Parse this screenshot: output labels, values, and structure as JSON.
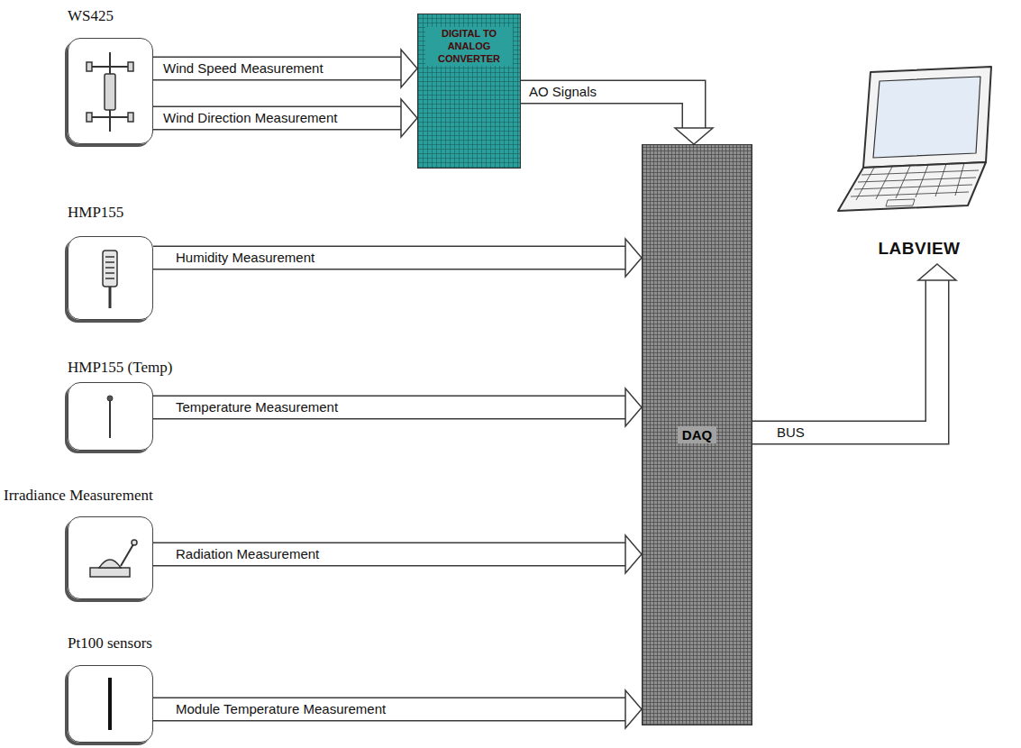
{
  "diagram": {
    "nodes": [
      {
        "text": [
          "WS425"
        ]
      },
      {
        "text": [
          "DIGITAL TO ANALOG CONVERTER"
        ]
      },
      {
        "text": [
          "HMP155"
        ]
      },
      {
        "text": [
          "HMP155 (Temp)"
        ]
      },
      {
        "text": [
          "Irradiance Measurement"
        ]
      },
      {
        "text": [
          "Pt100 sensors"
        ]
      },
      {
        "text": [
          "DAQ"
        ]
      },
      {
        "text": [
          "LABVIEW"
        ]
      }
    ],
    "edges": [
      {
        "from": 0,
        "to": 1,
        "label": "Wind Speed Measurement",
        "arrow": "to"
      },
      {
        "from": 0,
        "to": 1,
        "label": "Wind Direction Measurement",
        "arrow": "to"
      },
      {
        "from": 1,
        "to": 6,
        "label": "AO Signals",
        "arrow": "to"
      },
      {
        "from": 2,
        "to": 6,
        "label": "Humidity Measurement",
        "arrow": "to"
      },
      {
        "from": 3,
        "to": 6,
        "label": "Temperature Measurement",
        "arrow": "to"
      },
      {
        "from": 4,
        "to": 6,
        "label": "Radiation Measurement",
        "arrow": "to"
      },
      {
        "from": 5,
        "to": 6,
        "label": "Module Temperature Measurement",
        "arrow": "to"
      },
      {
        "from": 6,
        "to": 7,
        "label": "BUS",
        "arrow": "to"
      }
    ]
  }
}
